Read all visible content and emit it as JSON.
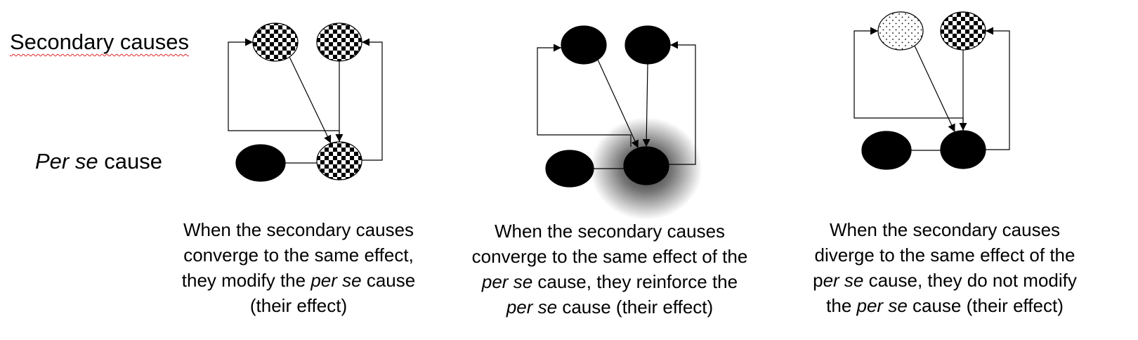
{
  "row_labels": {
    "secondary": "Secondary causes",
    "per_se": {
      "italic": "Per se",
      "rest": " cause"
    }
  },
  "panels": [
    {
      "node_fills": {
        "secondary_left": "checker",
        "secondary_right": "checker",
        "per_se": "checker",
        "effect": "black"
      },
      "per_se_glow": false,
      "caption": [
        [
          "When the secondary causes"
        ],
        [
          "converge to the same effect,"
        ],
        [
          "they modify the ",
          {
            "i": "per se"
          },
          " cause"
        ],
        [
          "(their effect)"
        ]
      ]
    },
    {
      "node_fills": {
        "secondary_left": "black",
        "secondary_right": "black",
        "per_se": "black",
        "effect": "black"
      },
      "per_se_glow": true,
      "caption": [
        [
          "When the secondary causes"
        ],
        [
          "converge to the same effect of the"
        ],
        [
          {
            "i": "per se"
          },
          " cause, they reinforce the"
        ],
        [
          {
            "i": "per se"
          },
          " cause (their effect)"
        ]
      ]
    },
    {
      "node_fills": {
        "secondary_left": "dots",
        "secondary_right": "checker",
        "per_se": "black",
        "effect": "black"
      },
      "per_se_glow": false,
      "caption": [
        [
          "When the secondary causes"
        ],
        [
          "diverge to the same effect of the"
        ],
        [
          "p",
          {
            "i": "er se"
          },
          " cause, they do not modify"
        ],
        [
          "the ",
          {
            "i": "per se"
          },
          " cause (their effect)"
        ]
      ]
    }
  ]
}
